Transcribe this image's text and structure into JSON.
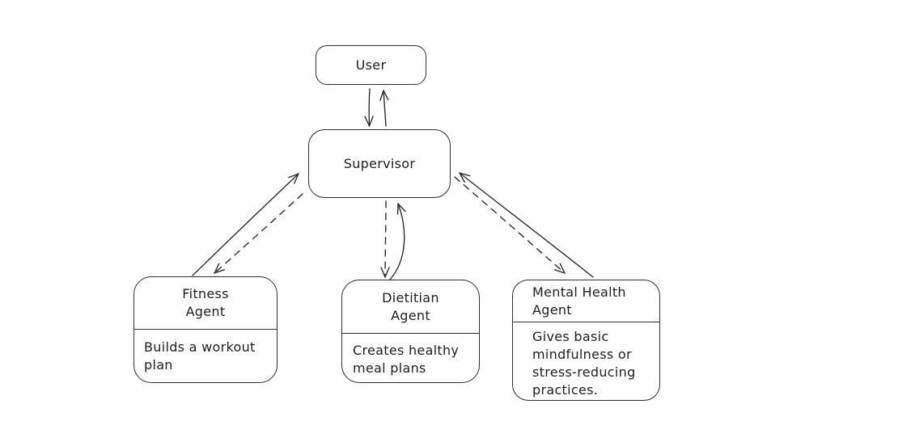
{
  "diagram": {
    "type": "agent-architecture-flowchart",
    "colors": {
      "stroke": "#2e2e2e",
      "text": "#1e1e1e",
      "background": "#ffffff"
    },
    "nodes": {
      "user": {
        "label": "User"
      },
      "supervisor": {
        "label": "Supervisor"
      },
      "fitness": {
        "title": "Fitness\nAgent",
        "description": "Builds a workout\nplan"
      },
      "dietitian": {
        "title": "Dietitian\nAgent",
        "description": "Creates healthy\nmeal plans"
      },
      "mental": {
        "title": "Mental Health\nAgent",
        "description": "Gives basic\nmindfulness or\nstress-reducing\npractices."
      }
    },
    "edges": [
      {
        "from": "User",
        "to": "Supervisor",
        "style": "solid"
      },
      {
        "from": "Supervisor",
        "to": "User",
        "style": "solid"
      },
      {
        "from": "Fitness Agent",
        "to": "Supervisor",
        "style": "solid"
      },
      {
        "from": "Supervisor",
        "to": "Fitness Agent",
        "style": "dashed"
      },
      {
        "from": "Dietitian Agent",
        "to": "Supervisor",
        "style": "solid"
      },
      {
        "from": "Supervisor",
        "to": "Dietitian Agent",
        "style": "dashed"
      },
      {
        "from": "Mental Health Agent",
        "to": "Supervisor",
        "style": "solid"
      },
      {
        "from": "Supervisor",
        "to": "Mental Health Agent",
        "style": "dashed"
      }
    ]
  }
}
